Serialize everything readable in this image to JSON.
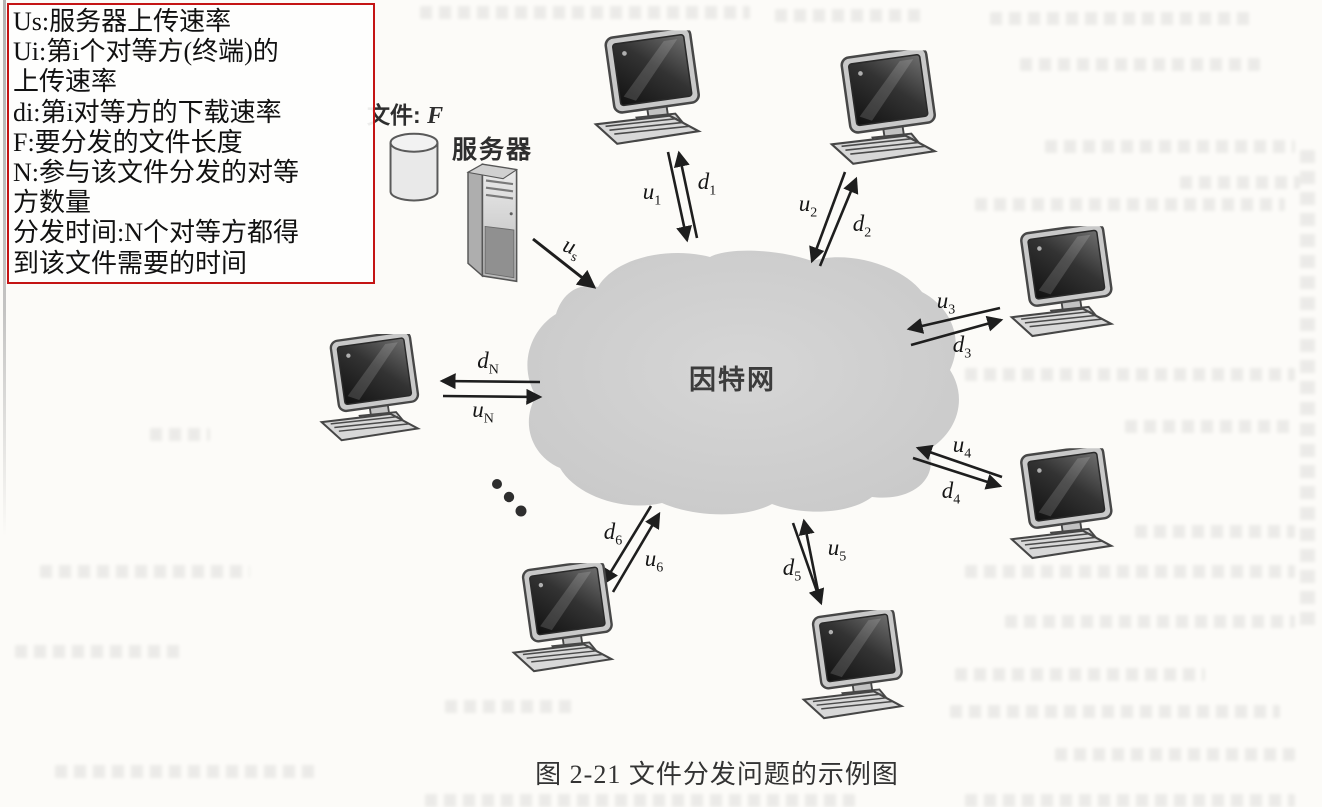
{
  "legend": {
    "border_color": "#c41414",
    "lines": [
      "Us:服务器上传速率",
      "Ui:第i个对等方(终端)的",
      "上传速率",
      "di:第i对等方的下载速率",
      "F:要分发的文件长度",
      "N:参与该文件分发的对等",
      "方数量",
      "分发时间:N个对等方都得",
      "到该文件需要的时间"
    ]
  },
  "server": {
    "file_label_prefix": "文件:",
    "file_variable": "F",
    "name_label": "服务器"
  },
  "cloud": {
    "label": "因特网",
    "fill": "#cfcfcf"
  },
  "arrows": {
    "us": {
      "base": "u",
      "sub": "s"
    },
    "u1": {
      "base": "u",
      "sub": "1"
    },
    "d1": {
      "base": "d",
      "sub": "1"
    },
    "u2": {
      "base": "u",
      "sub": "2"
    },
    "d2": {
      "base": "d",
      "sub": "2"
    },
    "u3": {
      "base": "u",
      "sub": "3"
    },
    "d3": {
      "base": "d",
      "sub": "3"
    },
    "u4": {
      "base": "u",
      "sub": "4"
    },
    "d4": {
      "base": "d",
      "sub": "4"
    },
    "u5": {
      "base": "u",
      "sub": "5"
    },
    "d5": {
      "base": "d",
      "sub": "5"
    },
    "u6": {
      "base": "u",
      "sub": "6"
    },
    "d6": {
      "base": "d",
      "sub": "6"
    },
    "uN": {
      "base": "u",
      "sub": "N"
    },
    "dN": {
      "base": "d",
      "sub": "N"
    }
  },
  "caption": "图 2-21   文件分发问题的示例图",
  "colors": {
    "arrow": "#1e1e1e",
    "cloud_fill": "#cfcfcf",
    "legend_border": "#c41414"
  }
}
